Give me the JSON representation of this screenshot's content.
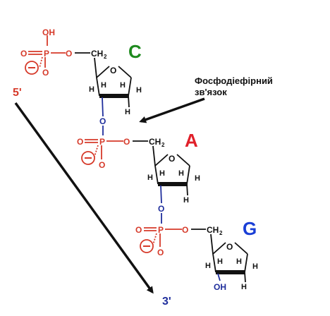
{
  "caption": {
    "line1": "Фосфодіефірний",
    "line2": "зв'язок"
  },
  "ends": {
    "five_prime": "5'",
    "three_prime": "3'"
  },
  "colors": {
    "phosphate": "#d63a2a",
    "bridge_o": "#1f2e9c",
    "base_c": "#1e8a1e",
    "base_a": "#e0202a",
    "base_g": "#1a3fd6",
    "bond": "#111111"
  },
  "atoms": {
    "P": "P",
    "O": "O",
    "OH": "OH",
    "H": "H",
    "C": "C",
    "H2": "2",
    "minus": "−"
  },
  "nucleotides": [
    {
      "base": "C"
    },
    {
      "base": "A"
    },
    {
      "base": "G"
    }
  ]
}
